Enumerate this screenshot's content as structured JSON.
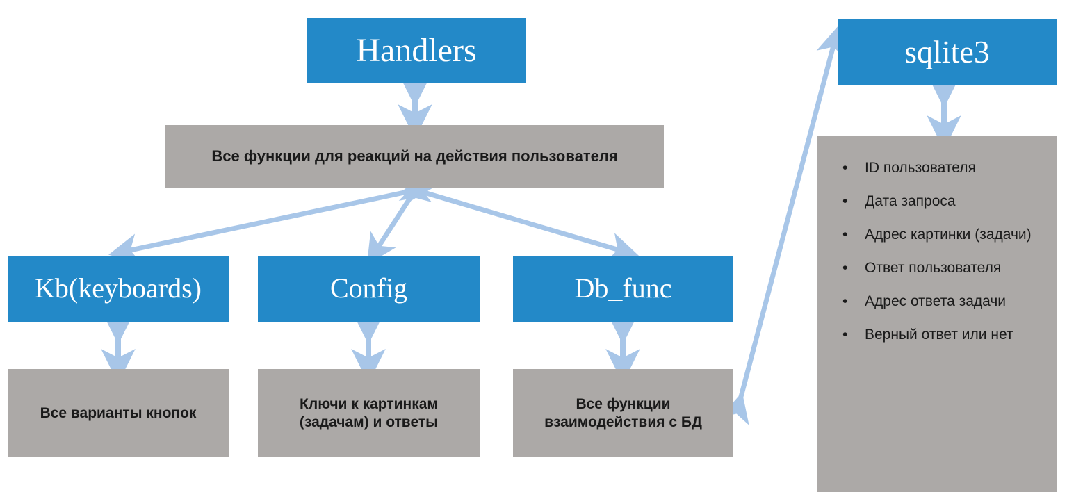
{
  "diagram": {
    "title": "Bot architecture diagram",
    "colors": {
      "module_blue": "#2389C8",
      "description_gray": "#ACA9A7",
      "arrow_blue": "#A8C6E8",
      "text_dark": "#1a1a1a",
      "text_light": "#ffffff",
      "background": "#ffffff"
    },
    "modules": {
      "handlers": {
        "title": "Handlers",
        "description": "Все функции для реакций на действия  пользователя"
      },
      "kb": {
        "title": "Kb(keyboards)",
        "description": "Все варианты кнопок"
      },
      "config": {
        "title": "Config",
        "description": "Ключи к картинкам\n(задачам) и ответы"
      },
      "db_func": {
        "title": "Db_func",
        "description": "Все функции\nвзаимодействия с БД"
      },
      "sqlite3": {
        "title": "sqlite3",
        "fields": [
          "ID пользователя",
          "Дата запроса",
          "Адрес картинки (задачи)",
          "Ответ пользователя",
          "Адрес ответа задачи",
          "Верный ответ или нет"
        ]
      }
    },
    "connections": [
      {
        "from": "handlers",
        "to": "handlers-description",
        "type": "double-arrow"
      },
      {
        "from": "handlers-description",
        "to": "kb",
        "type": "double-arrow"
      },
      {
        "from": "handlers-description",
        "to": "config",
        "type": "double-arrow"
      },
      {
        "from": "handlers-description",
        "to": "db_func",
        "type": "double-arrow"
      },
      {
        "from": "kb",
        "to": "kb-description",
        "type": "double-arrow"
      },
      {
        "from": "config",
        "to": "config-description",
        "type": "double-arrow"
      },
      {
        "from": "db_func",
        "to": "db_func-description",
        "type": "double-arrow"
      },
      {
        "from": "db_func-description",
        "to": "sqlite3",
        "type": "double-arrow"
      },
      {
        "from": "sqlite3",
        "to": "sqlite3-fields",
        "type": "double-arrow"
      }
    ]
  }
}
